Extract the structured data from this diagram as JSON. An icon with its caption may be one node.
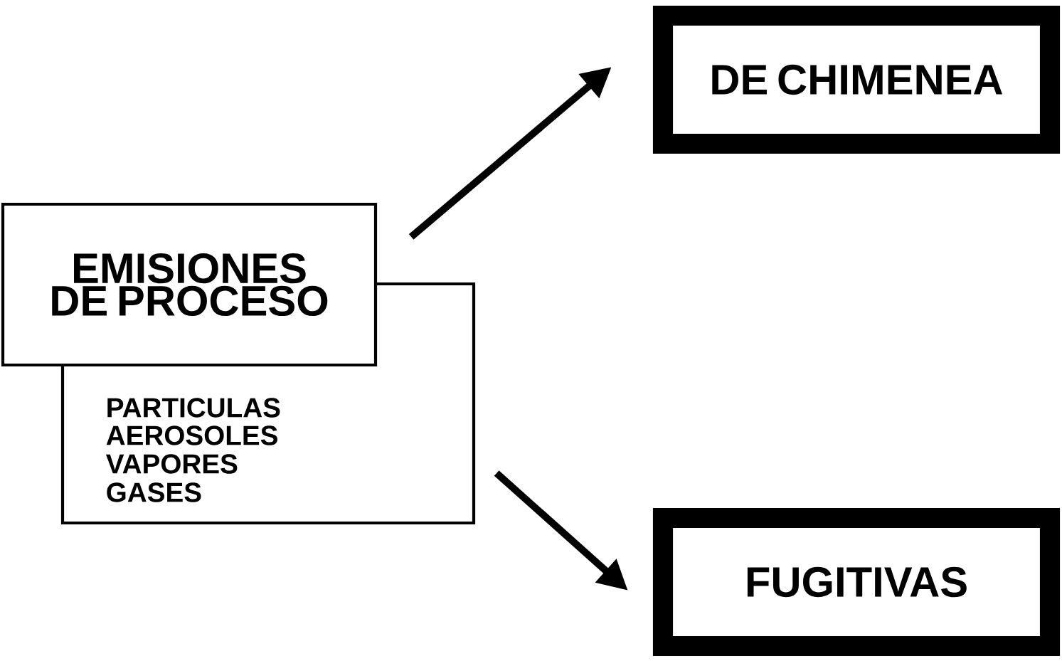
{
  "diagram": {
    "nodes": [
      {
        "text": [
          "EMISIONES DE PROCESO"
        ]
      },
      {
        "text": [
          "PARTICULAS",
          "AEROSOLES",
          "VAPORES",
          "GASES"
        ]
      },
      {
        "text": [
          "DE CHIMENEA"
        ]
      },
      {
        "text": [
          "FUGITIVAS"
        ]
      }
    ],
    "edges": [
      {
        "from": 0,
        "to": 2,
        "arrow": "to"
      },
      {
        "from": 1,
        "to": 3,
        "arrow": "to"
      }
    ]
  }
}
